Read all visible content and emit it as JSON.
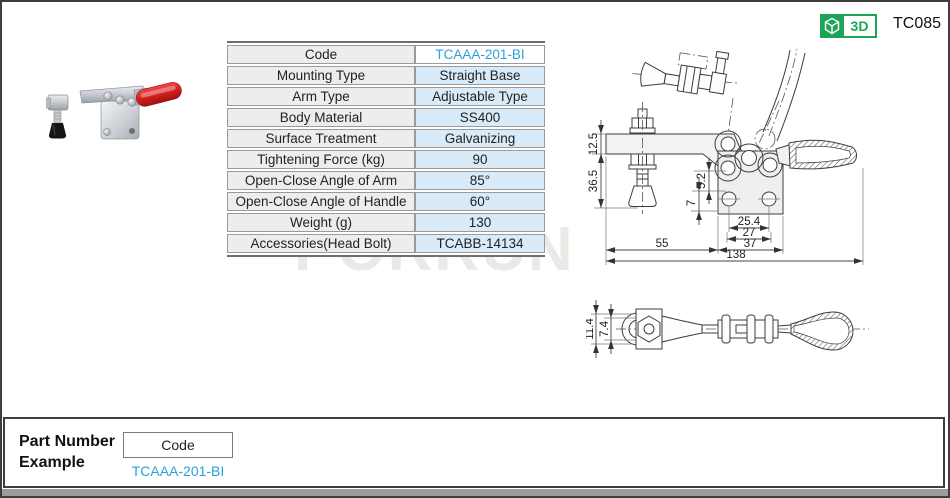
{
  "header": {
    "page_code": "TC085",
    "badge_3d": "3D"
  },
  "colors": {
    "accent_blue": "#2AA1DB",
    "badge_green": "#1DA556",
    "table_label_bg": "#EDEDED",
    "table_value_bg": "#D9EBF8"
  },
  "watermark": "PORRUN",
  "spec_table": {
    "rows": [
      {
        "label": "Code",
        "value": "TCAAA-201-BI"
      },
      {
        "label": "Mounting Type",
        "value": "Straight Base"
      },
      {
        "label": "Arm Type",
        "value": "Adjustable Type"
      },
      {
        "label": "Body Material",
        "value": "SS400"
      },
      {
        "label": "Surface Treatment",
        "value": "Galvanizing"
      },
      {
        "label": "Tightening Force (kg)",
        "value": "90"
      },
      {
        "label": "Open-Close Angle of Arm",
        "value": "85°"
      },
      {
        "label": "Open-Close  Angle of Handle",
        "value": "60°"
      },
      {
        "label": "Weight (g)",
        "value": "130"
      },
      {
        "label": "Accessories(Head Bolt)",
        "value": "TCABB-14134"
      }
    ]
  },
  "drawing_side_view": {
    "dimensions": {
      "base_height": "12.5",
      "overall_height": "36.5",
      "hole_edge_offset": "5.2",
      "hole_bottom_offset": "7",
      "hole_pitch": "25.4",
      "hole_outer_span": "27",
      "plate_width": "37",
      "base_length": "55",
      "overall_length": "138"
    }
  },
  "drawing_top_view": {
    "dimensions": {
      "outer_width": "11.4",
      "inner_width": "7.4"
    }
  },
  "footer": {
    "title_line1": "Part Number",
    "title_line2": "Example",
    "code_label": "Code",
    "example_code": "TCAAA-201-BI"
  }
}
